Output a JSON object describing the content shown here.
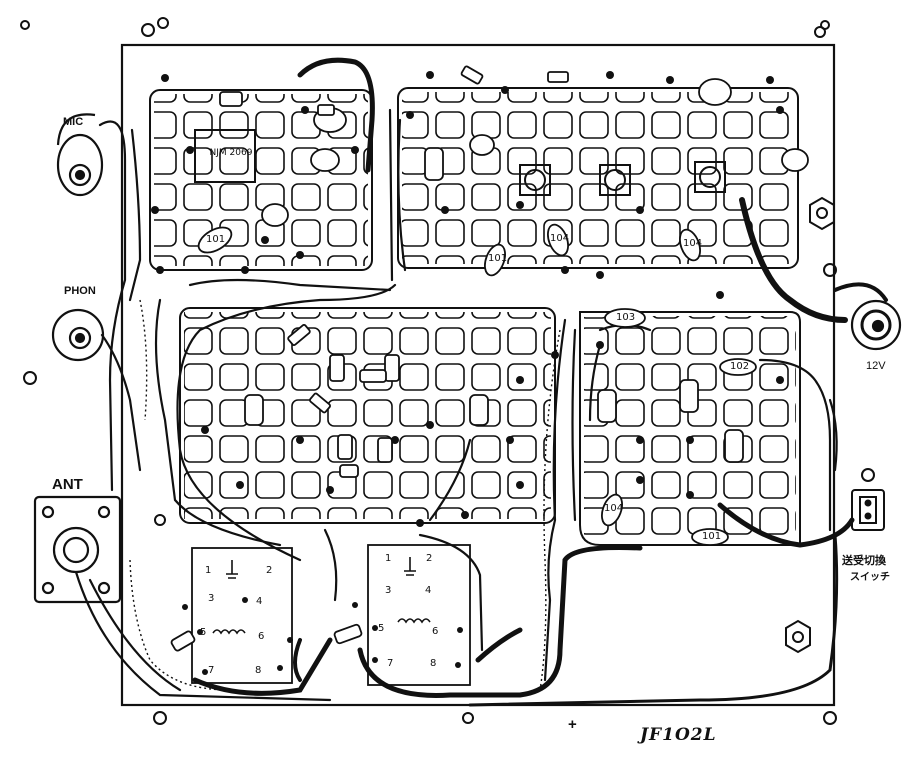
{
  "labels": {
    "mic": "MIC",
    "phon": "PHON",
    "ant": "ANT",
    "power": "12V",
    "switch_line1": "送受切換",
    "switch_line2": "スイッチ",
    "plus": "+",
    "board_id": "JF1O2L"
  },
  "component_marks": {
    "ic_marking": "NJM 2069",
    "chip_1": "103",
    "chip_2": "102",
    "chip_3": "104",
    "chip_4": "101",
    "chip_5": "104",
    "chip_6": "101",
    "chip_7": "104",
    "chip_8": "101"
  },
  "coil_left": {
    "p1": "1",
    "p2": "2",
    "p3": "3",
    "p4": "4",
    "p5": "5",
    "p6": "6",
    "p7": "7",
    "p8": "8"
  },
  "coil_right": {
    "p1": "1",
    "p2": "2",
    "p3": "3",
    "p4": "4",
    "p5": "5",
    "p6": "6",
    "p7": "7",
    "p8": "8"
  },
  "colors": {
    "ink": "#111111",
    "paper": "#ffffff"
  }
}
